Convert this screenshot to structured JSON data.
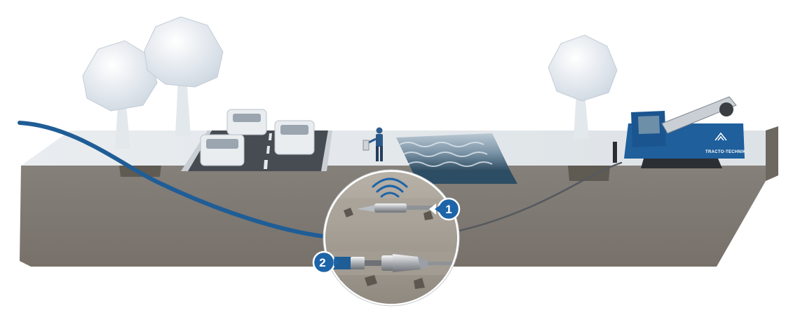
{
  "brand": {
    "name": "TRACTO-TECHNIK"
  },
  "callouts": [
    {
      "number": "1",
      "description": "drill head with locating signal"
    },
    {
      "number": "2",
      "description": "pipe pull-back with reamer"
    }
  ],
  "colors": {
    "ground": "#7d786e",
    "ground_dark": "#6f6a60",
    "top_surface": "#e6eaee",
    "road": "#474c52",
    "water": "#2c4d63",
    "pipe_blue": "#1f5d96",
    "machine_blue": "#1e5f9c",
    "badge_blue": "#1e64a8",
    "drill_rod": "#55595e"
  },
  "icons": [
    "tree-icon",
    "car-icon",
    "person-icon",
    "signal-waves-icon",
    "drill-rig-icon",
    "drill-head-icon",
    "reamer-icon"
  ]
}
